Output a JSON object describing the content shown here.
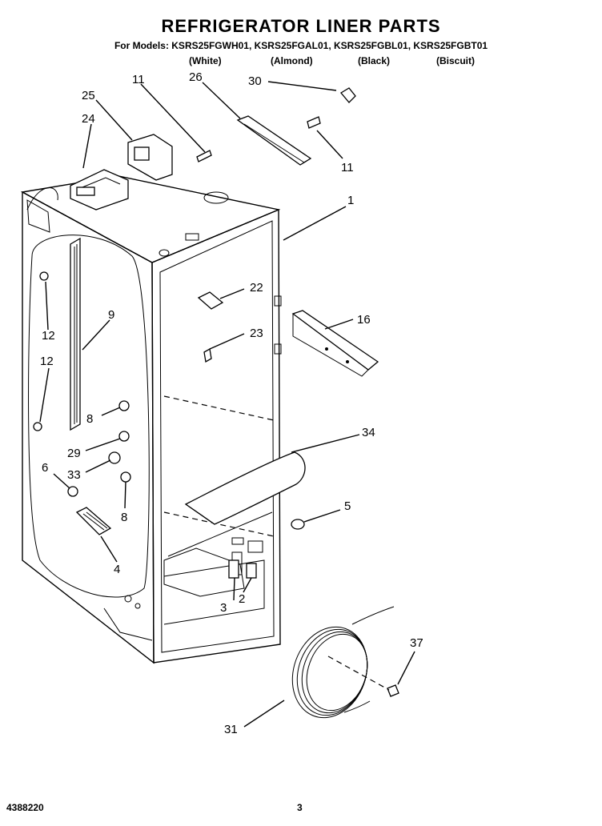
{
  "header": {
    "title": "REFRIGERATOR LINER PARTS",
    "models_line": "For Models: KSRS25FGWH01, KSRS25FGAL01, KSRS25FGBL01, KSRS25FGBT01",
    "colors": [
      "(White)",
      "(Almond)",
      "(Black)",
      "(Biscuit)"
    ]
  },
  "callouts": {
    "c1": "1",
    "c2": "2",
    "c3": "3",
    "c4": "4",
    "c5": "5",
    "c6": "6",
    "c8a": "8",
    "c8b": "8",
    "c9": "9",
    "c11a": "11",
    "c11b": "11",
    "c12a": "12",
    "c12b": "12",
    "c16": "16",
    "c22": "22",
    "c23": "23",
    "c24": "24",
    "c25": "25",
    "c26": "26",
    "c29": "29",
    "c30": "30",
    "c31": "31",
    "c33": "33",
    "c34": "34",
    "c37": "37"
  },
  "footer": {
    "doc_number": "4388220",
    "page_number": "3"
  }
}
